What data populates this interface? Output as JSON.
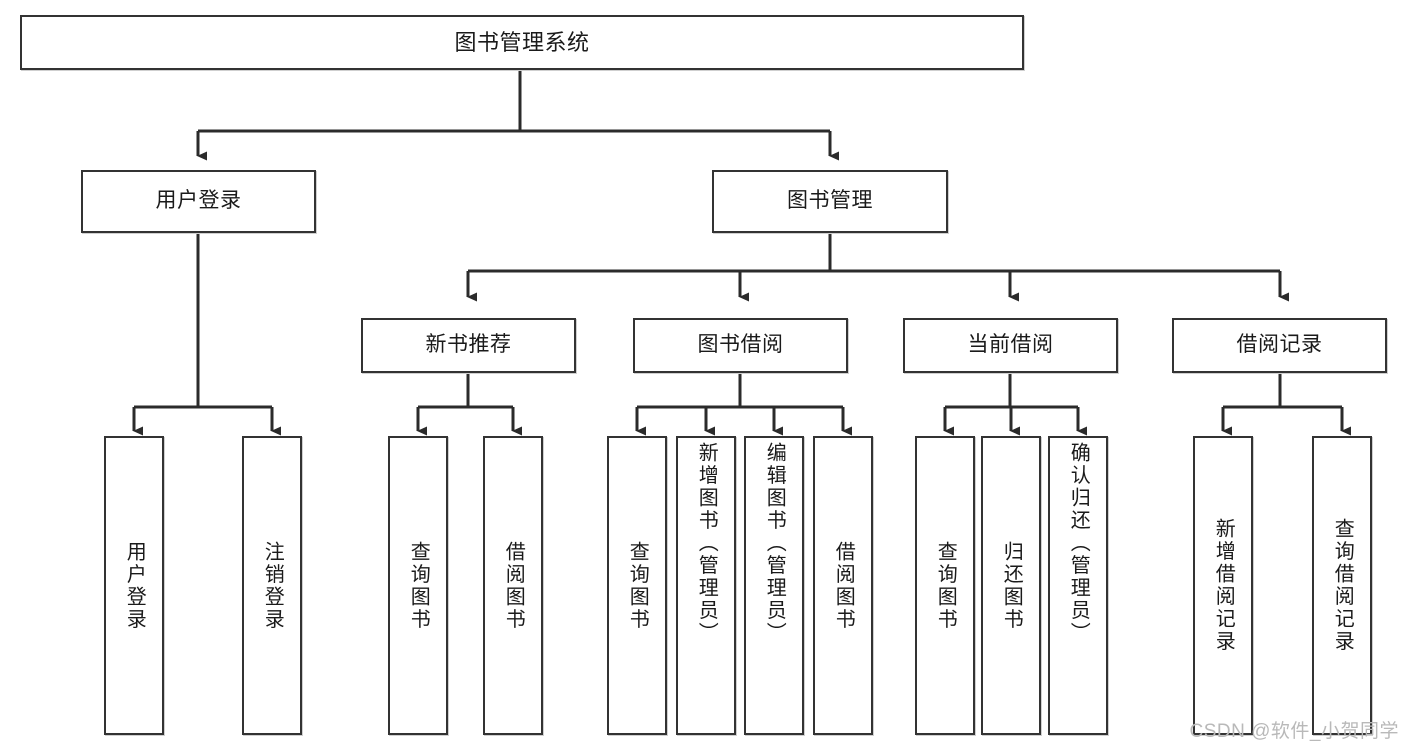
{
  "diagram": {
    "type": "tree-hierarchy-chart",
    "title": "图书管理系统",
    "orientation": "top-down",
    "colors": {
      "box_border": "#333333",
      "box_fill": "#ffffff",
      "connector": "#2b2b2b",
      "text": "#1a1a1a",
      "watermark": "#b9b9b9",
      "background": "#ffffff"
    }
  },
  "root": {
    "label": "图书管理系统"
  },
  "level2": [
    {
      "label": "用户登录"
    },
    {
      "label": "图书管理"
    }
  ],
  "level3": [
    {
      "label": "新书推荐"
    },
    {
      "label": "图书借阅"
    },
    {
      "label": "当前借阅"
    },
    {
      "label": "借阅记录"
    }
  ],
  "leaves": {
    "user_login": [
      {
        "label": "用户登录"
      },
      {
        "label": "注销登录"
      }
    ],
    "new_book_recommend": [
      {
        "label": "查询图书"
      },
      {
        "label": "借阅图书"
      }
    ],
    "book_borrow": [
      {
        "label": "查询图书"
      },
      {
        "label": "新增图书（管理员）"
      },
      {
        "label": "编辑图书（管理员）"
      },
      {
        "label": "借阅图书"
      }
    ],
    "current_borrow": [
      {
        "label": "查询图书"
      },
      {
        "label": "归还图书"
      },
      {
        "label": "确认归还（管理员）"
      }
    ],
    "borrow_records": [
      {
        "label": "新增借阅记录"
      },
      {
        "label": "查询借阅记录"
      }
    ]
  },
  "watermark": {
    "text": "CSDN @软件_小贺同学"
  }
}
